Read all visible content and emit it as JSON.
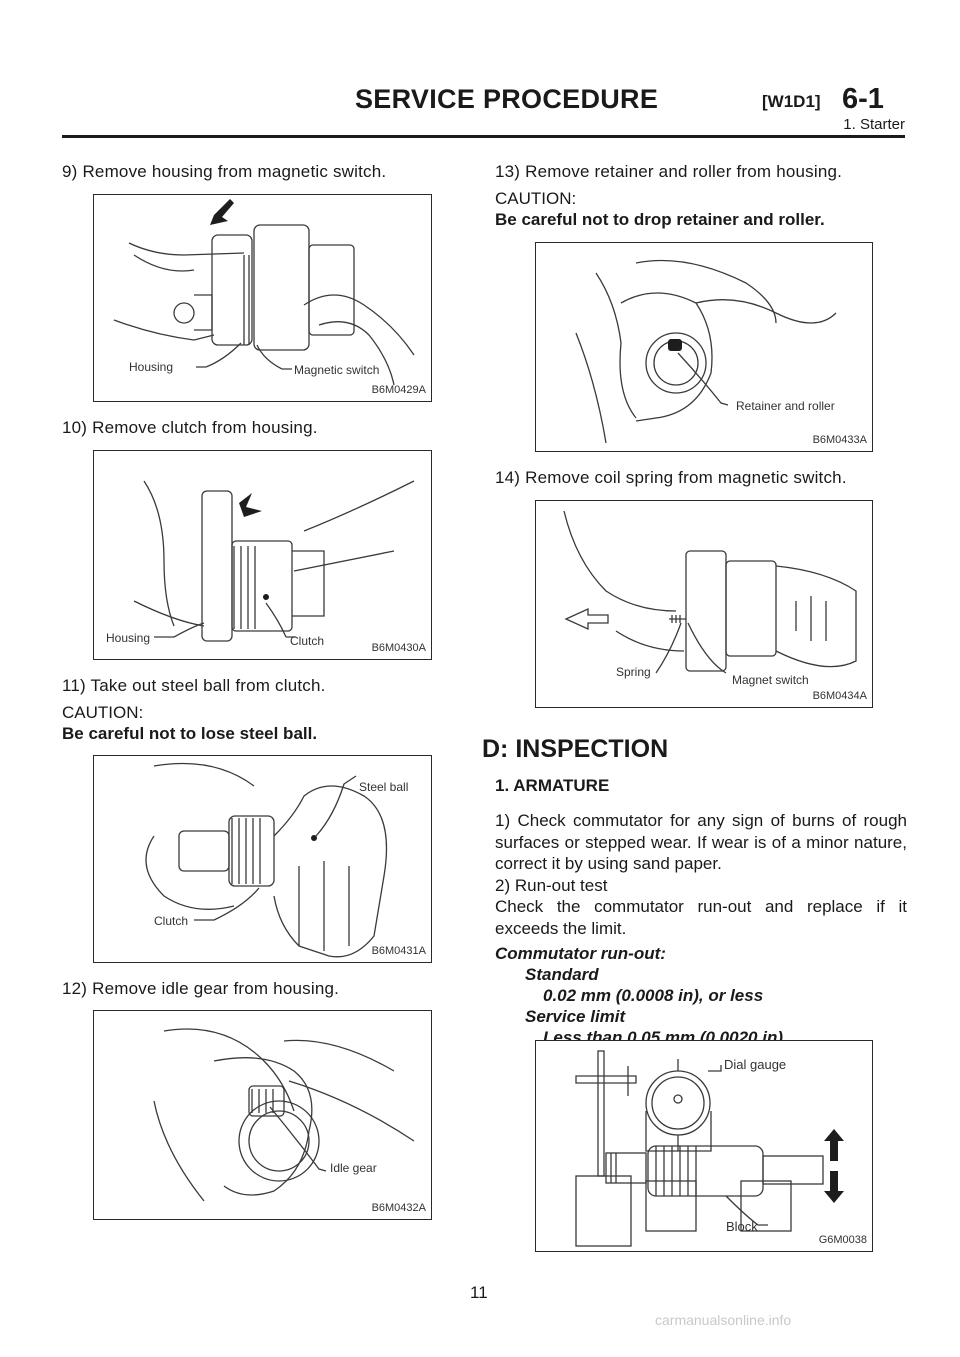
{
  "header": {
    "title": "SERVICE PROCEDURE",
    "code": "[W1D1]",
    "section": "6-1",
    "subtitle": "1. Starter"
  },
  "left_column": {
    "step9": "9) Remove housing from magnetic switch.",
    "fig1": {
      "labels": [
        "Housing",
        "Magnetic switch"
      ],
      "code": "B6M0429A"
    },
    "step10": "10) Remove clutch from housing.",
    "fig2": {
      "labels": [
        "Housing",
        "Clutch"
      ],
      "code": "B6M0430A"
    },
    "step11": "11) Take out steel ball from clutch.",
    "caution1": {
      "heading": "CAUTION:",
      "text": "Be careful not to lose steel ball."
    },
    "fig3": {
      "labels": [
        "Steel ball",
        "Clutch"
      ],
      "code": "B6M0431A"
    },
    "step12": "12) Remove idle gear from housing.",
    "fig4": {
      "labels": [
        "Idle gear"
      ],
      "code": "B6M0432A"
    }
  },
  "right_column": {
    "step13": "13) Remove retainer and roller from housing.",
    "caution2": {
      "heading": "CAUTION:",
      "text": "Be careful not to drop retainer and roller."
    },
    "fig5": {
      "labels": [
        "Retainer and roller"
      ],
      "code": "B6M0433A"
    },
    "step14": "14) Remove coil spring from magnetic switch.",
    "fig6": {
      "labels": [
        "Spring",
        "Magnet switch"
      ],
      "code": "B6M0434A"
    },
    "section_title": "D: INSPECTION",
    "subsection_title": "1. ARMATURE",
    "para1": "1) Check commutator for any sign of burns of rough surfaces or stepped wear. If wear is of a minor nature, correct it by using sand paper.",
    "para2_line1": "2) Run-out test",
    "para2_line2": "Check the commutator run-out and replace if it exceeds the limit.",
    "spec": {
      "heading": "Commutator run-out:",
      "standard_label": "Standard",
      "standard_value": "0.02 mm (0.0008 in), or less",
      "limit_label": "Service limit",
      "limit_value": "Less than 0.05 mm (0.0020 in)"
    },
    "fig7": {
      "labels": [
        "Dial gauge",
        "Block"
      ],
      "code": "G6M0038"
    }
  },
  "page_number": "11",
  "footer": "carmanualsonline.info"
}
